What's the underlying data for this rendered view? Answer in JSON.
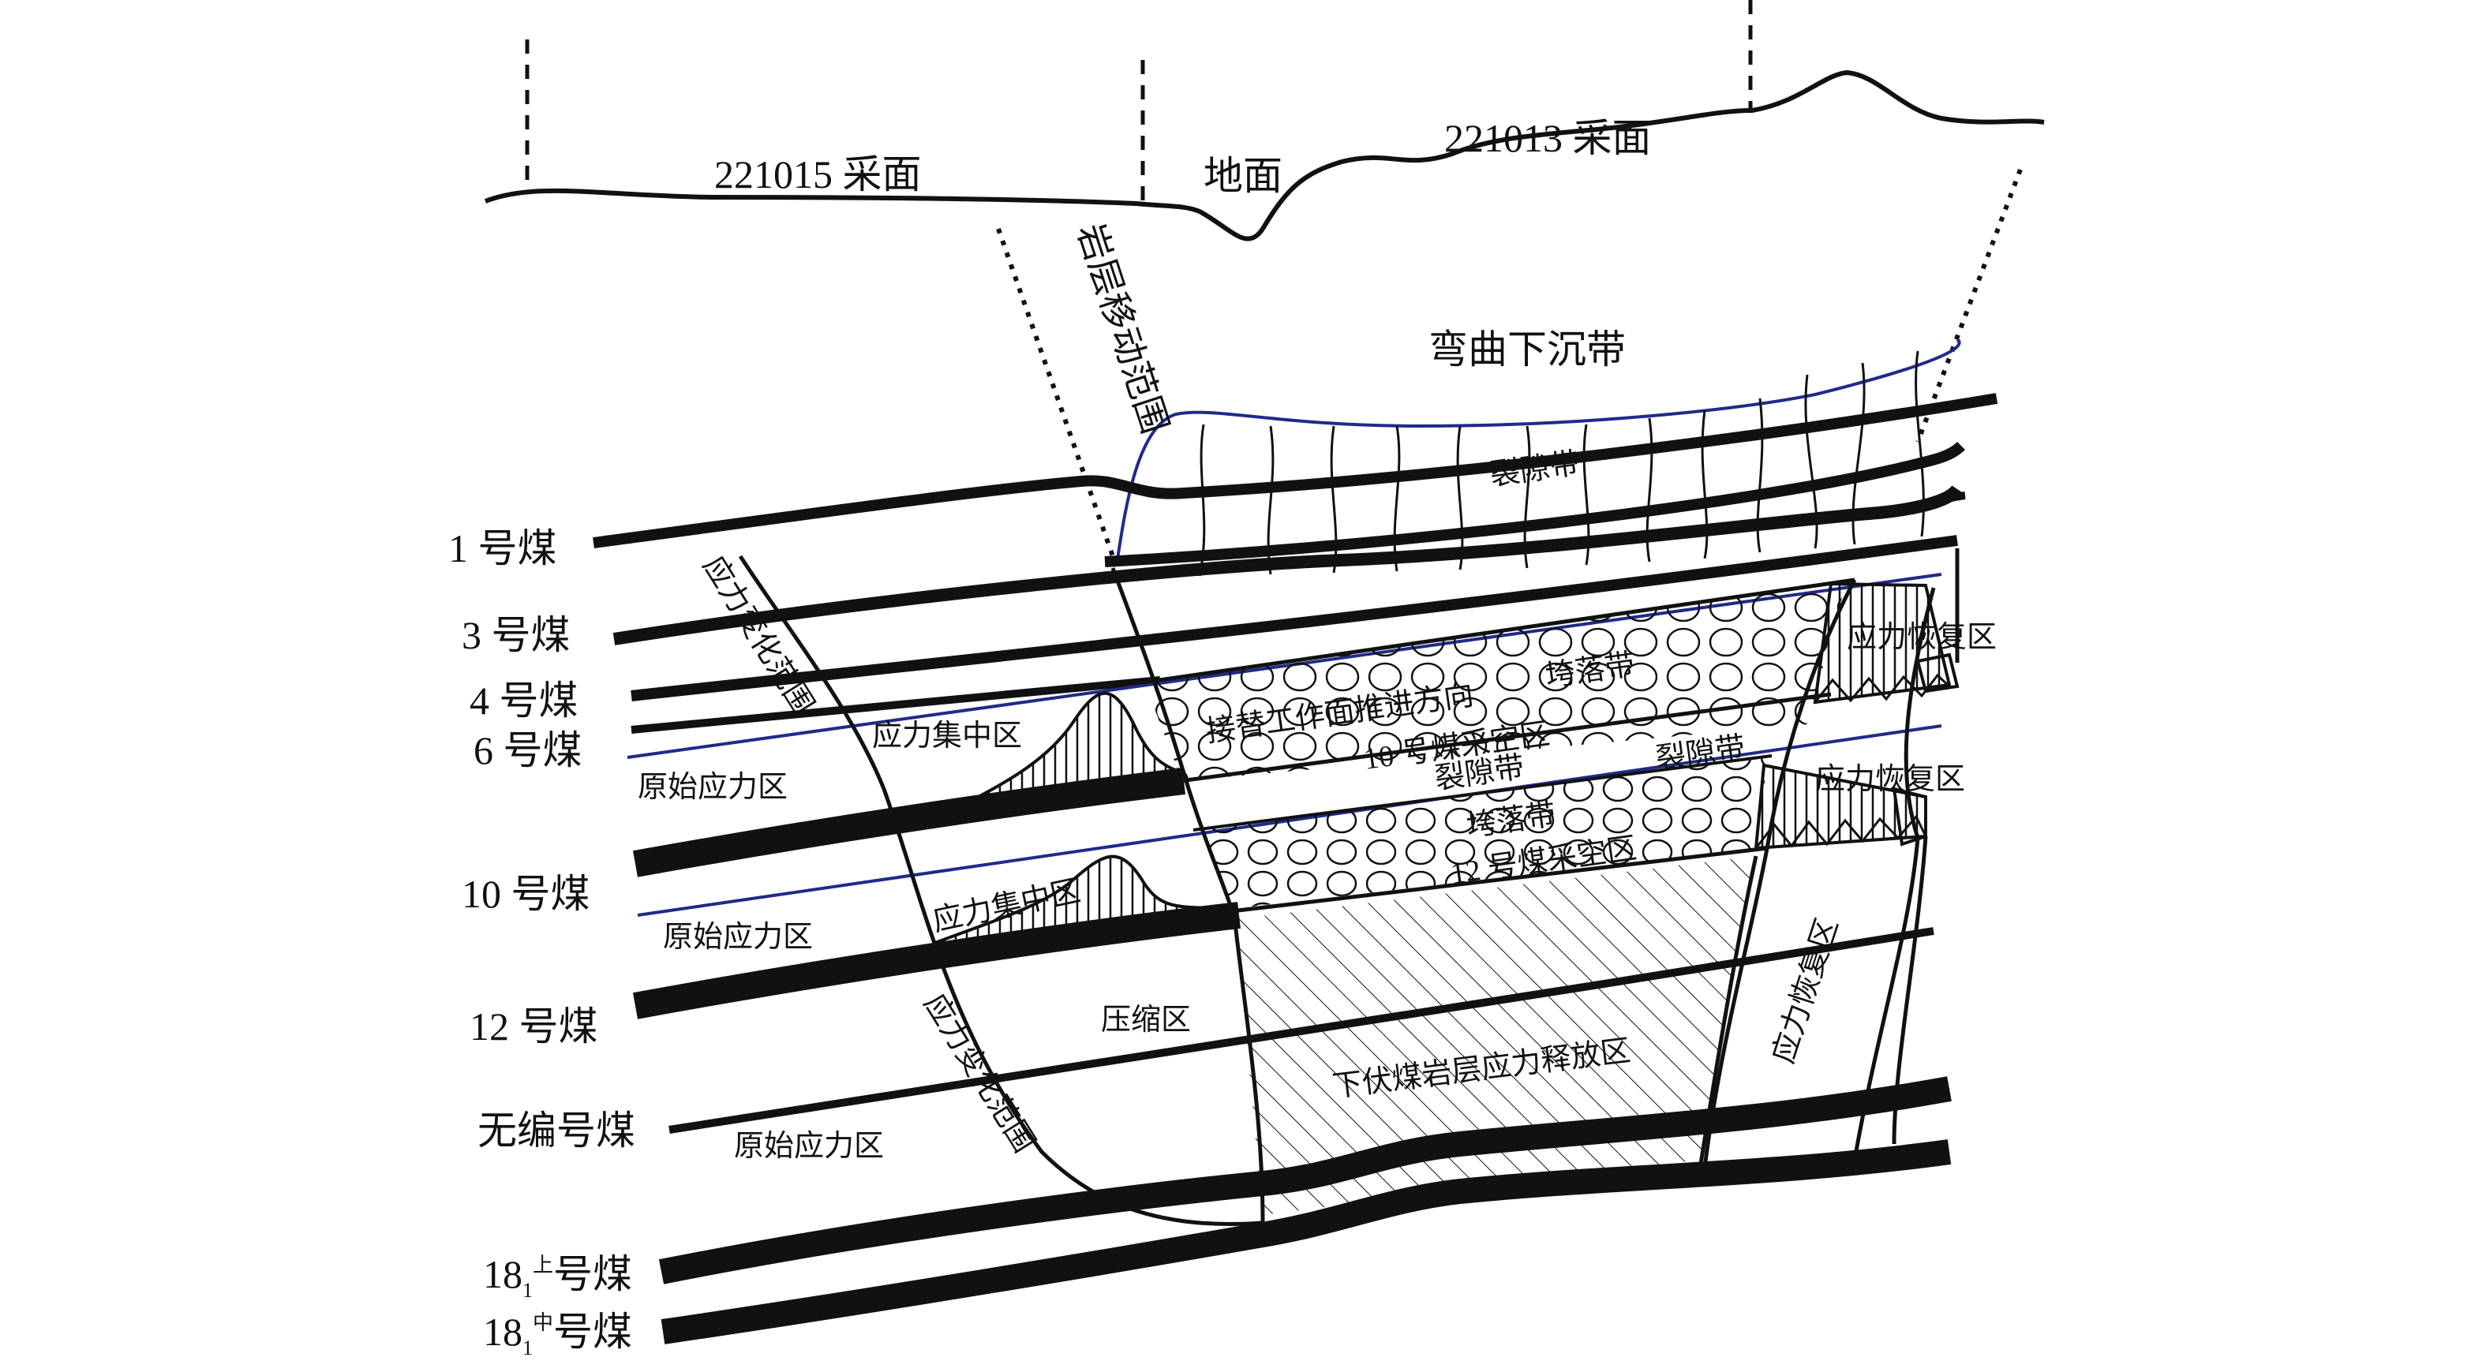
{
  "surface": {
    "face_221015": "221015 采面",
    "face_221013": "221013 采面",
    "ground": "地面"
  },
  "zones": {
    "rock_movement_range": "岩层移动范围",
    "bending_subsidence_zone": "弯曲下沉带",
    "fracture_zone": "裂隙带",
    "fracture_zone_2": "裂隙带",
    "fracture_zone_3": "裂隙带",
    "caving_zone": "垮落带",
    "caving_zone_2": "垮落带",
    "replacement_face_direction": "接替工作面推进方向",
    "goaf_10": "10 号煤采空区",
    "goaf_12": "12 号煤采空区",
    "stress_recovery_1": "应力恢复区",
    "stress_recovery_2": "应力恢复区",
    "stress_recovery_3": "应力恢复区",
    "stress_change_range_1": "应力变化范围",
    "stress_change_range_2": "应力变化范围",
    "stress_concentration_1": "应力集中区",
    "stress_concentration_2": "应力集中区",
    "original_stress_1": "原始应力区",
    "original_stress_2": "原始应力区",
    "original_stress_3": "原始应力区",
    "compression_zone": "压缩区",
    "underlying_release": "下伏煤岩层应力释放区"
  },
  "seams": {
    "s1": "1 号煤",
    "s3": "3 号煤",
    "s4": "4 号煤",
    "s6": "6 号煤",
    "s10": "10 号煤",
    "s12": "12 号煤",
    "unnumbered": "无编号煤",
    "s18_upper_num": "18",
    "s18_upper_sub": "1",
    "s18_upper_sup": "上",
    "s18_upper_suffix": "号煤",
    "s18_mid_num": "18",
    "s18_mid_sub": "1",
    "s18_mid_sup": "中",
    "s18_mid_suffix": "号煤"
  },
  "colors": {
    "line": "#111111",
    "boundary_blue": "#1f2a8a"
  }
}
